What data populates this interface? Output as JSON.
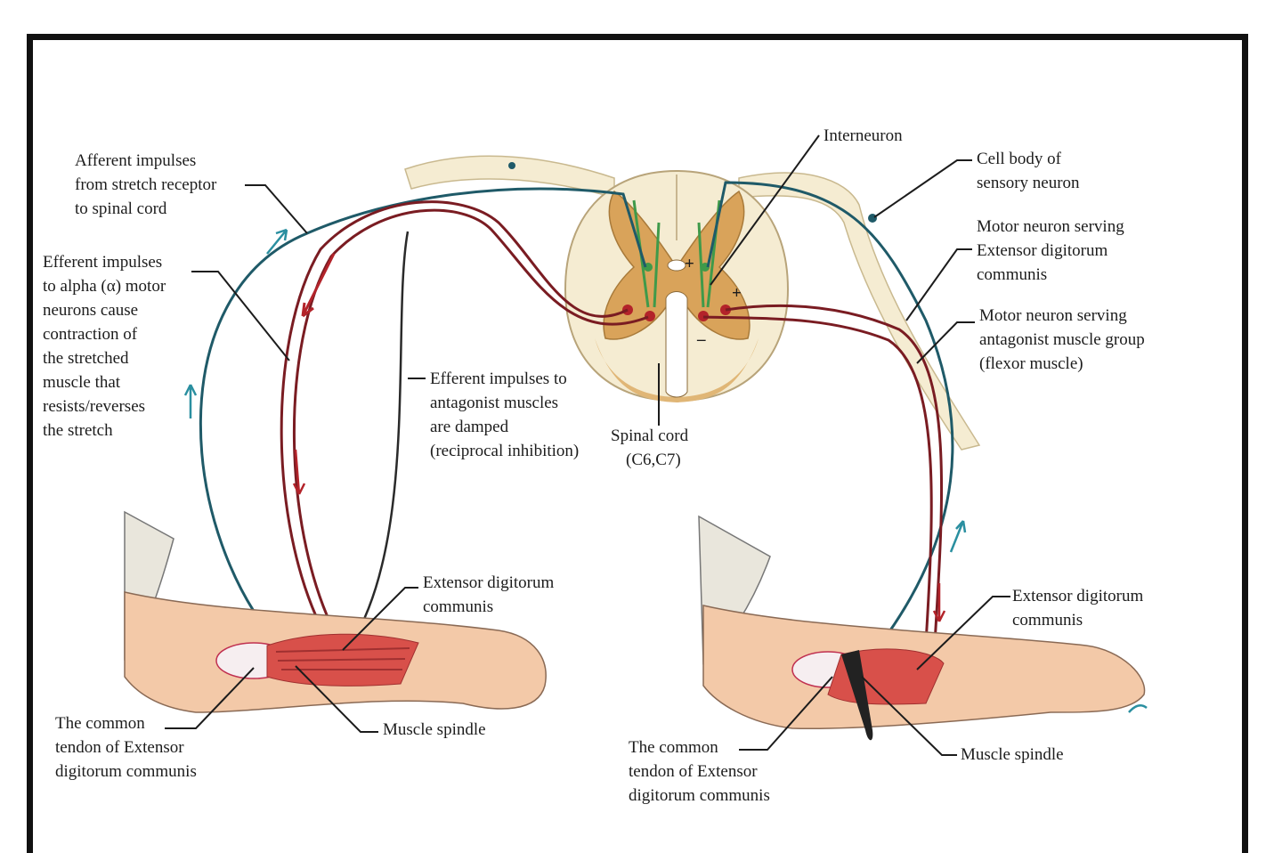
{
  "labels": {
    "afferent": "Afferent impulses\nfrom stretch receptor\nto spinal cord",
    "efferent_alpha": "Efferent impulses\nto alpha (α) motor\nneurons cause\ncontraction of\nthe stretched\nmuscle that\nresists/reverses\nthe stretch",
    "efferent_antagonist": "Efferent impulses to\nantagonist muscles\nare damped\n(reciprocal inhibition)",
    "interneuron": "Interneuron",
    "cell_body": "Cell body of\nsensory neuron",
    "motor_extensor": "Motor neuron serving\nExtensor digitorum\ncommunis",
    "motor_antagonist": "Motor neuron serving\nantagonist muscle group\n(flexor muscle)",
    "spinal_cord": "Spinal cord",
    "spinal_level": "(C6,C7)",
    "extensor_left": "Extensor digitorum\ncommunis",
    "extensor_right": "Extensor digitorum\ncommunis",
    "tendon_left": "The common\ntendon of Extensor\ndigitorum communis",
    "tendon_right": "The common\ntendon of Extensor\ndigitorum communis",
    "spindle_left": "Muscle spindle",
    "spindle_right": "Muscle spindle",
    "plus_left": "+",
    "plus_right": "+",
    "minus_right": "–"
  },
  "colors": {
    "sensory": "#1f5a68",
    "motor": "#7a1c22",
    "grey_matter": "#d9a35a",
    "white_matter": "#f5ecd2",
    "skin": "#f3c9a8",
    "muscle": "#d8504a",
    "interneuron": "#3f9a4a",
    "arrow_cyan": "#2a8fa0"
  }
}
